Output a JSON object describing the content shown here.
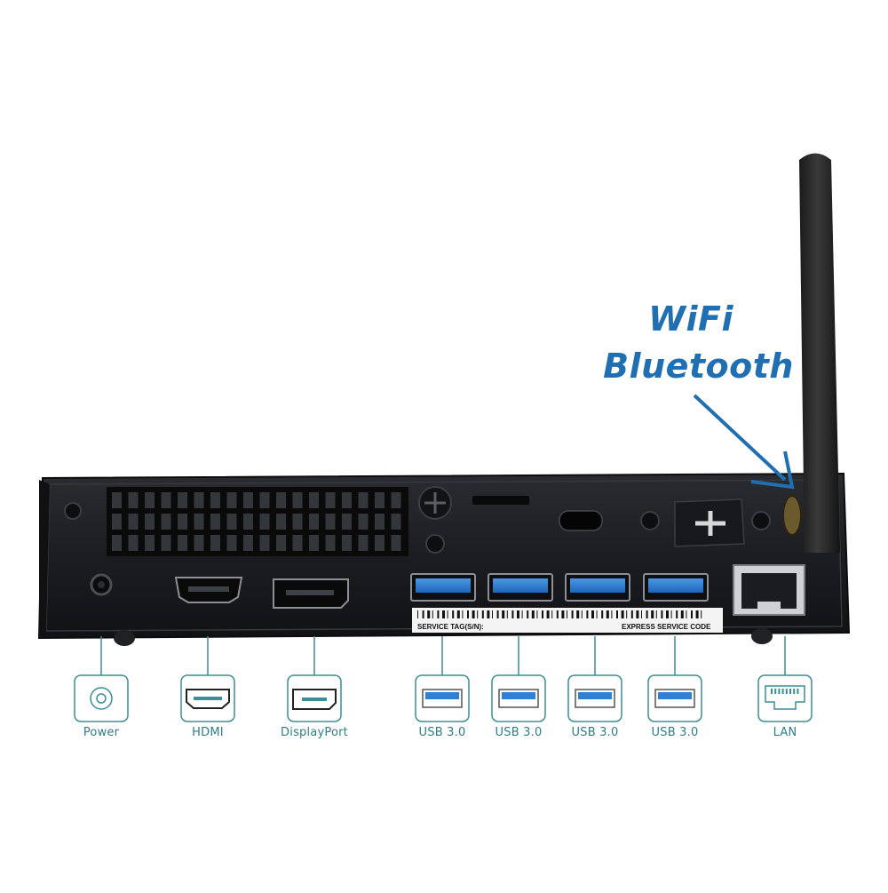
{
  "callout": {
    "line1": "WiFi",
    "line2": "Bluetooth",
    "color": "#1f6fb2"
  },
  "sticker": {
    "service_tag": "SERVICE TAG(S/N):",
    "express_code": "EXPRESS SERVICE CODE"
  },
  "ports": [
    {
      "label": "Power",
      "icon": "power-port-icon"
    },
    {
      "label": "HDMI",
      "icon": "hdmi-port-icon"
    },
    {
      "label": "DisplayPort",
      "icon": "displayport-icon"
    },
    {
      "label": "USB 3.0",
      "icon": "usb-port-icon"
    },
    {
      "label": "USB 3.0",
      "icon": "usb-port-icon"
    },
    {
      "label": "USB 3.0",
      "icon": "usb-port-icon"
    },
    {
      "label": "USB 3.0",
      "icon": "usb-port-icon"
    },
    {
      "label": "LAN",
      "icon": "lan-port-icon"
    }
  ],
  "colors": {
    "chassis": "#1b1d21",
    "usb_blue": "#2f7fd6",
    "icon_teal": "#3a8e96",
    "arrow_blue": "#1f6fb2"
  }
}
